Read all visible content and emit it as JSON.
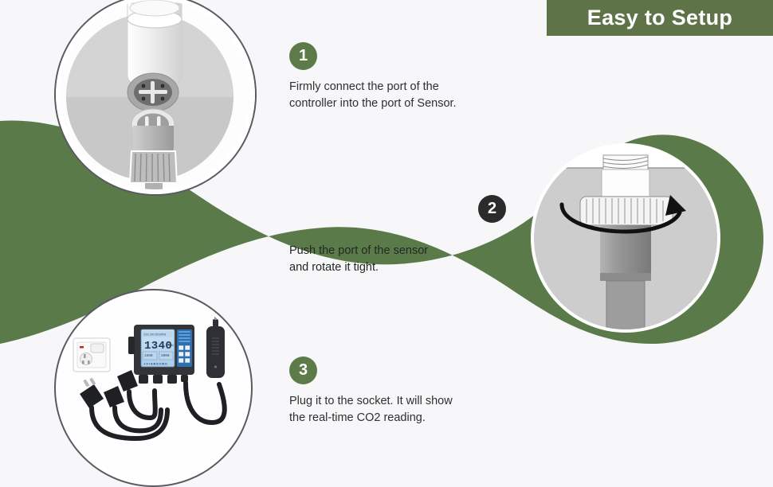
{
  "banner": {
    "label": "Easy to Setup",
    "bg_color": "#5f7349",
    "text_color": "#ffffff"
  },
  "theme": {
    "page_bg": "#f7f7f9",
    "swoosh_green": "#5a7a4a",
    "badge_green": "#5d7a49",
    "badge_dark": "#2b2b2b",
    "body_text": "#2f2f2f",
    "circle_outline": "#5a5a62"
  },
  "steps": [
    {
      "number": "1",
      "badge_style": "green",
      "text": "Firmly connect the port of the\ncontroller into the port of Sensor.",
      "illustration": "connector-ports-illustration"
    },
    {
      "number": "2",
      "badge_style": "dark",
      "text": "Push the port of the sensor\nand rotate it tight.",
      "illustration": "sensor-rotate-illustration"
    },
    {
      "number": "3",
      "badge_style": "green",
      "text": "Plug it to the socket. It will show\nthe real-time CO2 reading.",
      "illustration": "controller-socket-illustration"
    }
  ],
  "illustrations": {
    "circle1": {
      "name": "connector-ports-illustration",
      "caption": "Female socket connector above male pin connector"
    },
    "circle2": {
      "name": "sensor-rotate-illustration",
      "caption": "Sensor probe with knurled collar and rotation arrow"
    },
    "circle3": {
      "name": "controller-socket-illustration",
      "caption": "CO2 controller with wall socket, plugs and power adapter",
      "device_display_value": "1340"
    }
  }
}
